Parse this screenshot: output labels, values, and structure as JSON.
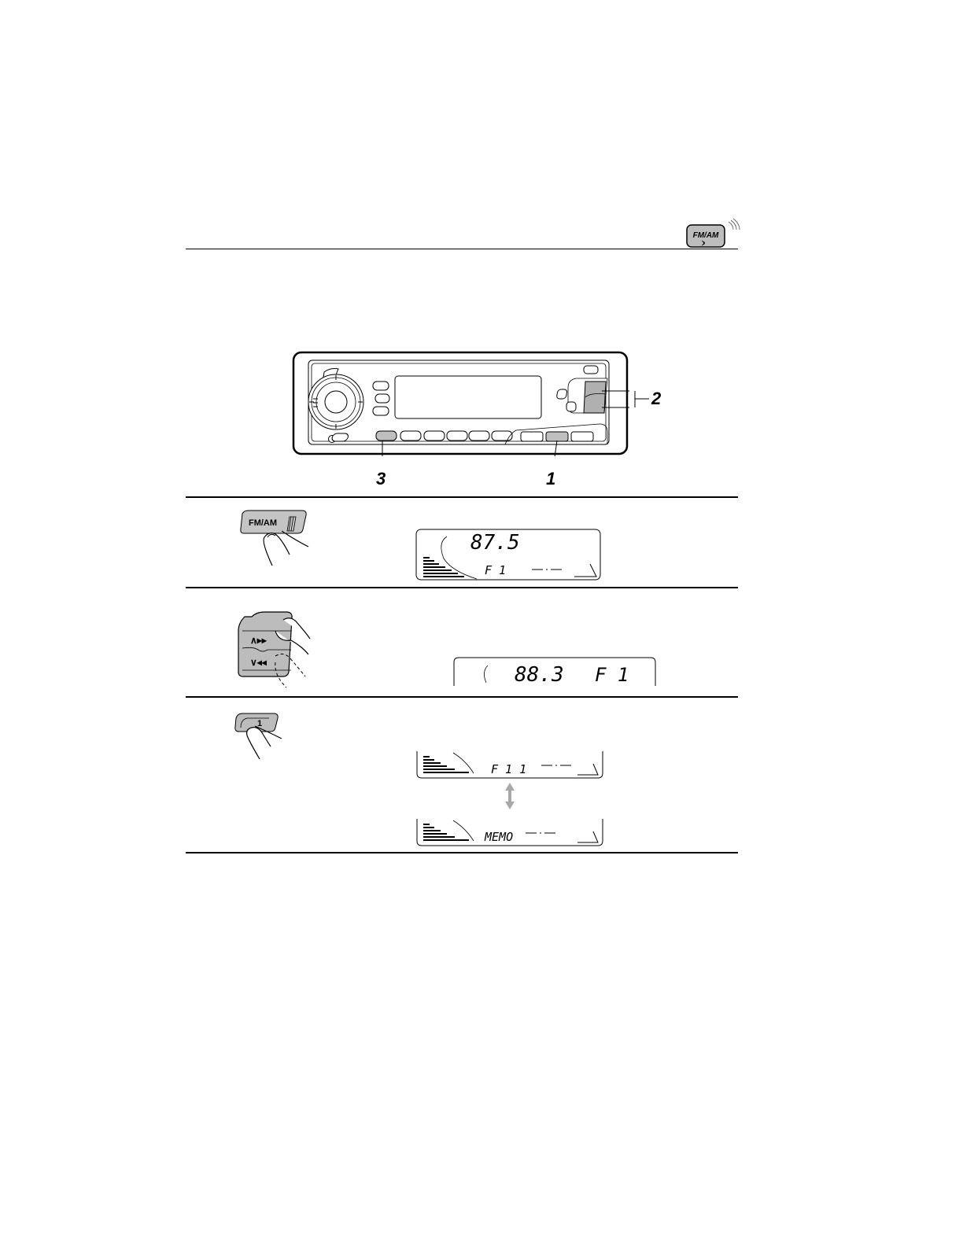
{
  "header": {
    "icon_name": "fm-am-band-icon",
    "icon_label": "FM/AM"
  },
  "overview": {
    "callouts": [
      {
        "number": "1",
        "target": "fm-am-button"
      },
      {
        "number": "2",
        "target": "up-down-buttons"
      },
      {
        "number": "3",
        "target": "preset-button-1"
      }
    ]
  },
  "steps": [
    {
      "button_label": "FM/AM",
      "display": {
        "frequency": "87.5",
        "band": "F 1"
      }
    },
    {
      "button_up_label": "∧▸▸",
      "button_down_label": "∨◂◂",
      "display": {
        "frequency": "88.3",
        "band": "F 1"
      }
    },
    {
      "button_label": "1",
      "displays": [
        {
          "text": "F 1  1"
        },
        {
          "text": "MEMO"
        }
      ],
      "alternation_icon": "up-down-arrow-icon"
    }
  ],
  "colors": {
    "ink": "#000000",
    "button_fill": "#bfbfbf",
    "button_dark": "#9a9a9a",
    "arrow_gray": "#a8a8a8"
  }
}
